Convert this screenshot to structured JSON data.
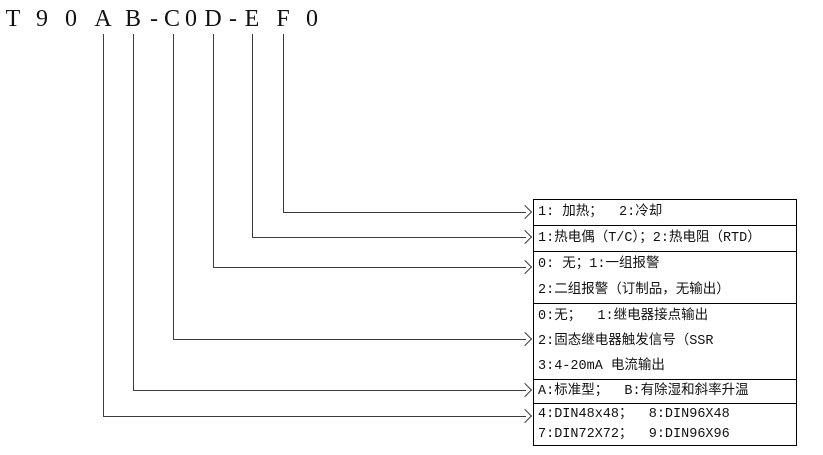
{
  "model_code": {
    "full": "T 9 0 A B - C 0 D - E F 0",
    "chars": [
      "T",
      "9",
      "0",
      "A",
      "B",
      "-",
      "C",
      "0",
      "D",
      "-",
      "E",
      "F",
      "0"
    ]
  },
  "legend_boxes": [
    {
      "id": "control-mode",
      "code_char": "F",
      "lines": [
        "1: 加热；  2:冷却"
      ]
    },
    {
      "id": "input-type",
      "code_char": "E",
      "lines": [
        "1:热电偶（T/C）；2:热电阻（RTD）"
      ]
    },
    {
      "id": "alarm-group",
      "code_char": "D",
      "lines": [
        "0: 无；1:一组报警",
        "2:二组报警（订制品，无输出）"
      ]
    },
    {
      "id": "output-type",
      "code_char": "C",
      "lines": [
        "0:无；  1:继电器接点输出",
        "2:固态继电器触发信号（SSR",
        "3:4-20mA 电流输出"
      ]
    },
    {
      "id": "model-type",
      "code_char": "B",
      "lines": [
        "A:标准型；  B:有除湿和斜率升温"
      ]
    },
    {
      "id": "panel-size",
      "code_char": "A",
      "lines": [
        "4:DIN48x48；  8:DIN96X48",
        "7:DIN72X72；  9:DIN96X96"
      ]
    }
  ],
  "colors": {
    "line": "#3c3c3c",
    "border": "#000000",
    "text": "#111111",
    "background": "#ffffff"
  }
}
